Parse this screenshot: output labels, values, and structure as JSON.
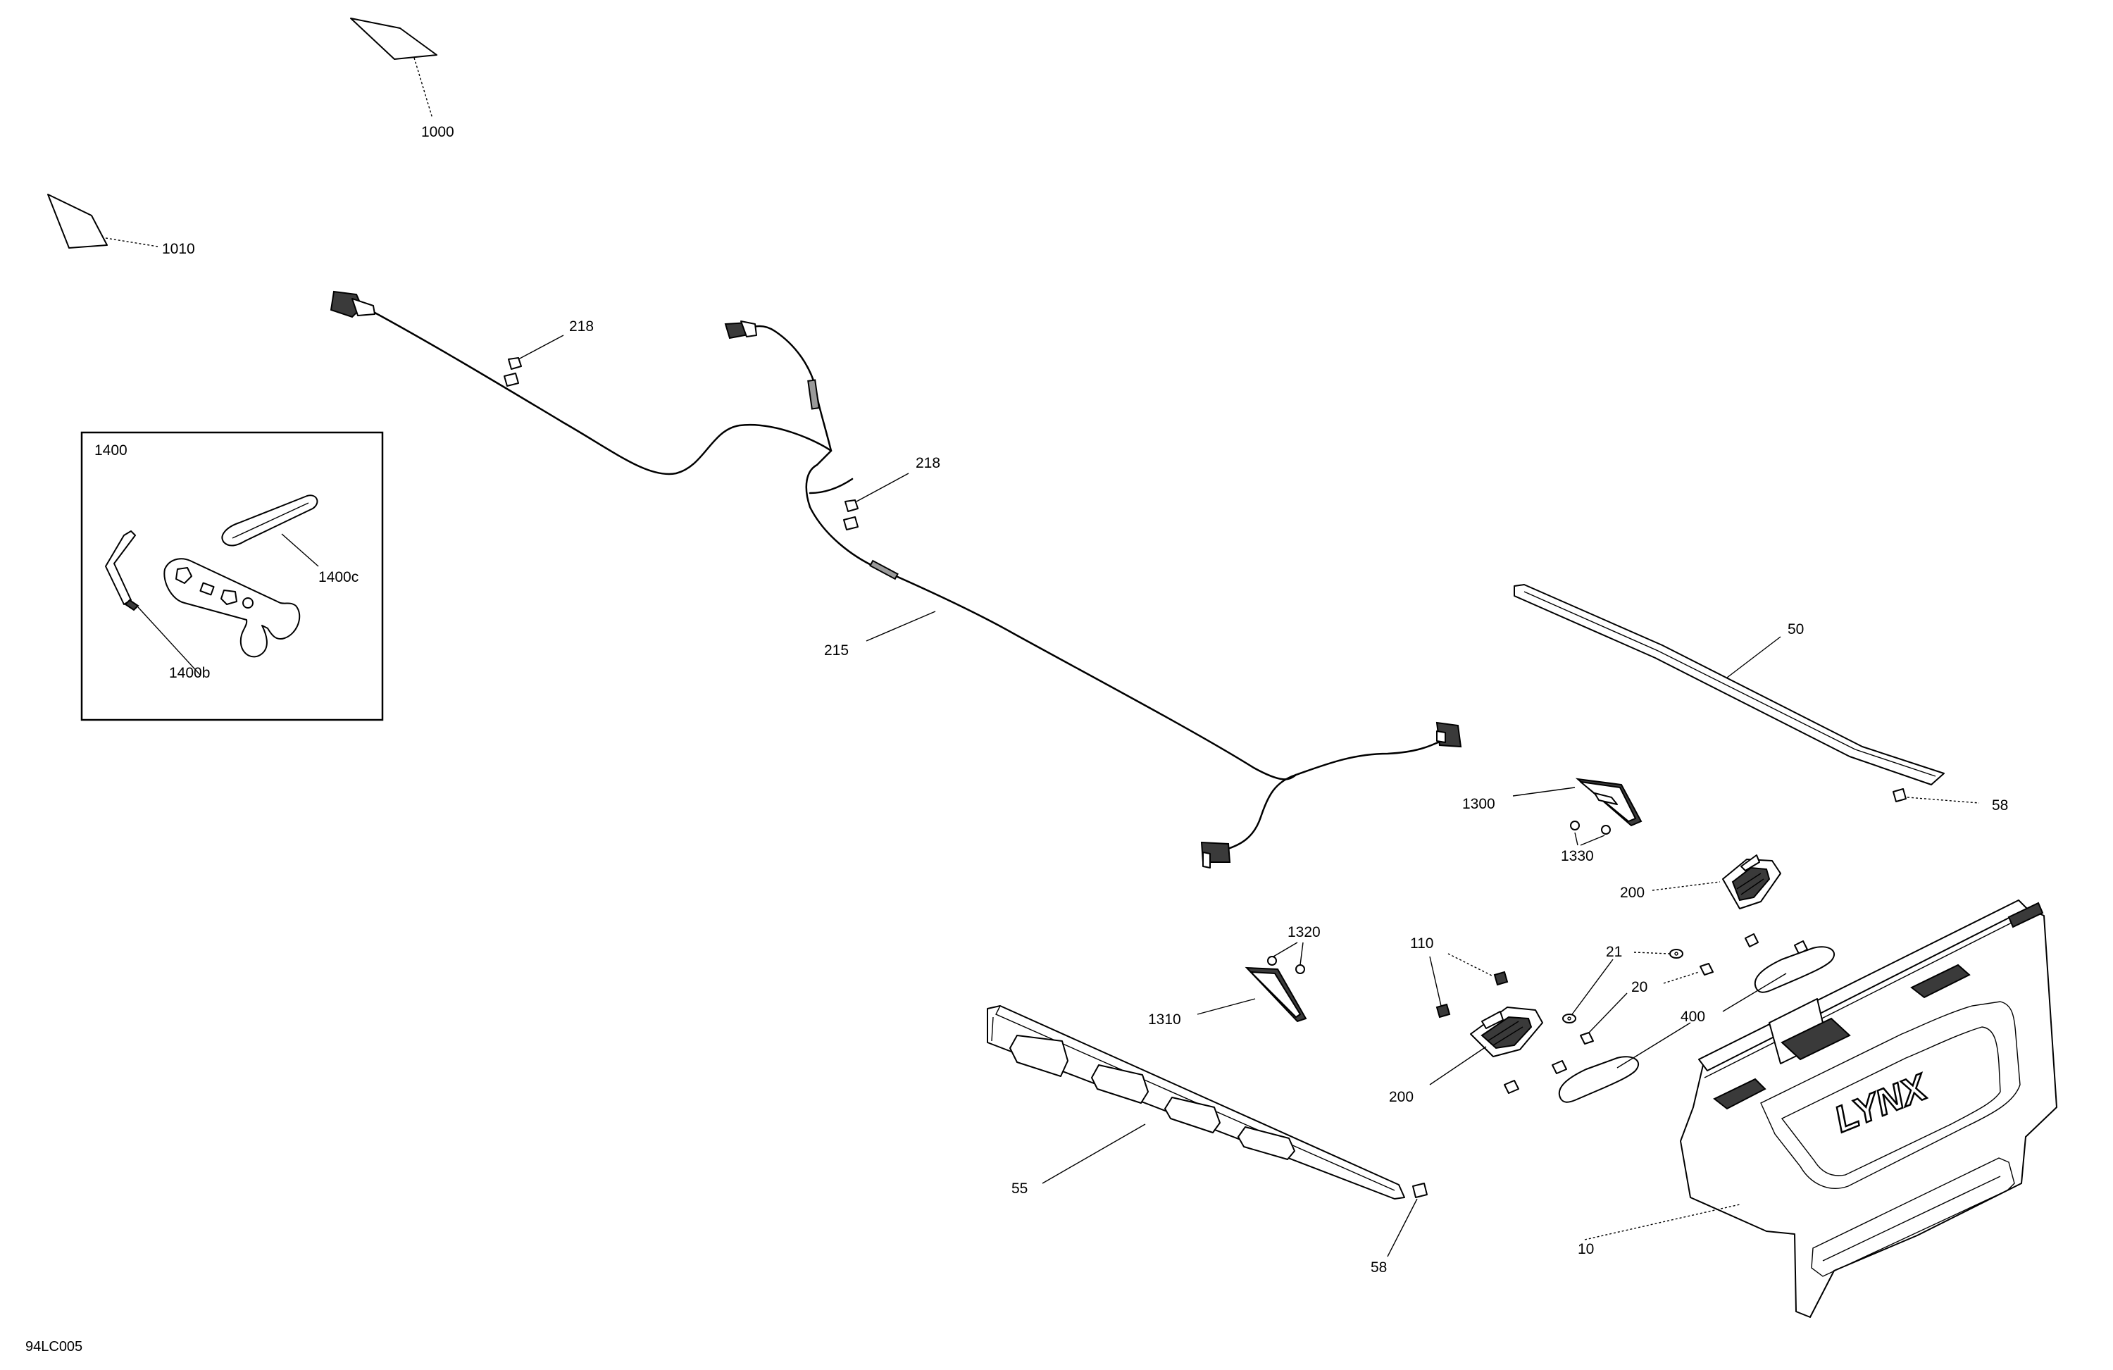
{
  "drawing_ref": "94LC005",
  "kit_box_label": "1400",
  "callouts": {
    "c1000": "1000",
    "c1010": "1010",
    "c218a": "218",
    "c218b": "218",
    "c215": "215",
    "c1400b": "1400b",
    "c1400c": "1400c",
    "c50": "50",
    "c58a": "58",
    "c58b": "58",
    "c1300": "1300",
    "c1330": "1330",
    "c200a": "200",
    "c200b": "200",
    "c1320": "1320",
    "c1310": "1310",
    "c110": "110",
    "c21": "21",
    "c20": "20",
    "c400": "400",
    "c55": "55",
    "c10": "10"
  },
  "flap_logo": "LYNX"
}
